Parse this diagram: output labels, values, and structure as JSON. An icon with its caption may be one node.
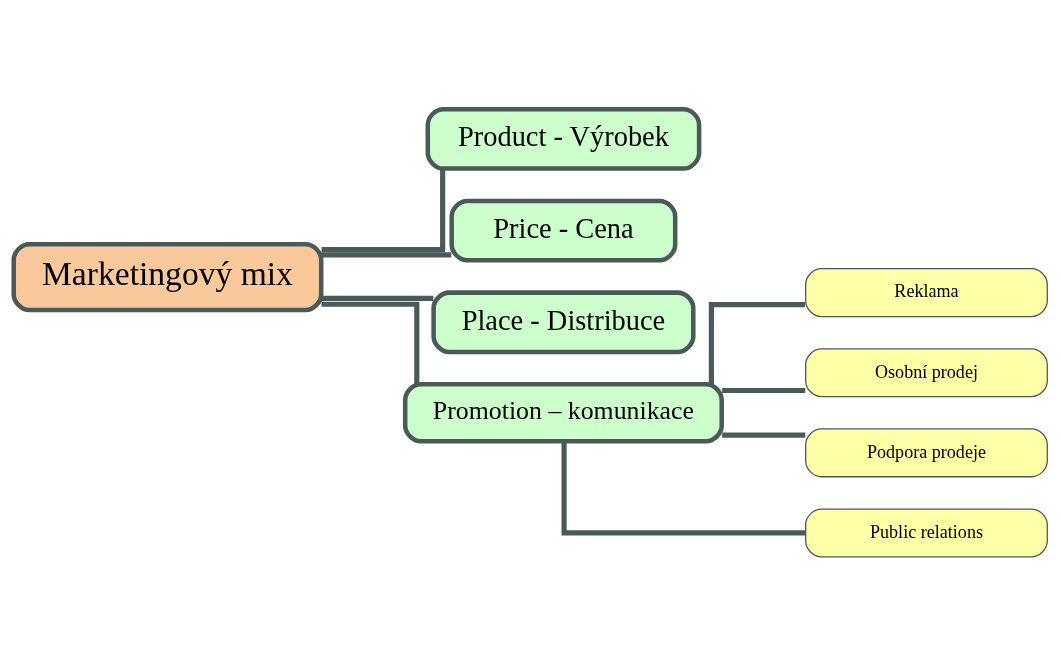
{
  "diagram": {
    "nodes": [
      {
        "text": [
          "Marketingový mix"
        ]
      },
      {
        "text": [
          "Product - Výrobek"
        ]
      },
      {
        "text": [
          "Price - Cena"
        ]
      },
      {
        "text": [
          "Place - Distribuce"
        ]
      },
      {
        "text": [
          "Promotion – komunikace"
        ]
      },
      {
        "text": [
          "Reklama"
        ]
      },
      {
        "text": [
          "Osobní prodej"
        ]
      },
      {
        "text": [
          "Podpora prodeje"
        ]
      },
      {
        "text": [
          "Public relations"
        ]
      }
    ],
    "edges": [
      {
        "from": 0,
        "to": 1,
        "arrow": "none"
      },
      {
        "from": 0,
        "to": 2,
        "arrow": "none"
      },
      {
        "from": 0,
        "to": 3,
        "arrow": "none"
      },
      {
        "from": 0,
        "to": 4,
        "arrow": "none"
      },
      {
        "from": 4,
        "to": 5,
        "arrow": "none"
      },
      {
        "from": 4,
        "to": 6,
        "arrow": "none"
      },
      {
        "from": 4,
        "to": 7,
        "arrow": "none"
      },
      {
        "from": 4,
        "to": 8,
        "arrow": "none"
      }
    ]
  }
}
